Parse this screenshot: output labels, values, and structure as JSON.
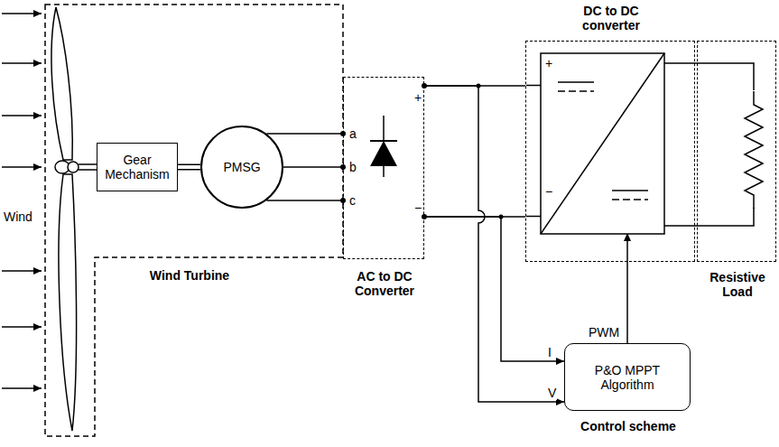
{
  "diagram": {
    "nodes": [
      {
        "text": [
          "Wind Turbine"
        ]
      },
      {
        "text": [
          "Gear Mechanism"
        ],
        "in": 0
      },
      {
        "text": [
          "PMSG"
        ],
        "in": 0
      },
      {
        "text": [
          "AC to DC Converter"
        ]
      },
      {
        "text": [
          "DC to DC converter"
        ]
      },
      {
        "text": [
          "Resistive Load"
        ]
      },
      {
        "text": [
          "P&O MPPT Algorithm",
          "Control scheme"
        ]
      }
    ],
    "edges": [
      {
        "from": 1,
        "to": 2,
        "arrow": "none"
      },
      {
        "from": 2,
        "to": 3,
        "label": "a",
        "arrow": "none"
      },
      {
        "from": 2,
        "to": 3,
        "label": "b",
        "arrow": "none"
      },
      {
        "from": 2,
        "to": 3,
        "label": "c",
        "arrow": "none"
      },
      {
        "from": 3,
        "to": 4,
        "arrow": "none"
      },
      {
        "from": 3,
        "to": 4,
        "arrow": "none"
      },
      {
        "from": 4,
        "to": 5,
        "arrow": "none"
      },
      {
        "from": 4,
        "to": 5,
        "arrow": "none"
      },
      {
        "from": 3,
        "to": 6,
        "label": "V",
        "arrow": "to"
      },
      {
        "from": 3,
        "to": 6,
        "label": "I",
        "arrow": "to"
      },
      {
        "from": 6,
        "to": 4,
        "label": "PWM",
        "arrow": "to"
      }
    ],
    "labels": [
      "Wind",
      "+",
      "−",
      "+",
      "−"
    ]
  }
}
